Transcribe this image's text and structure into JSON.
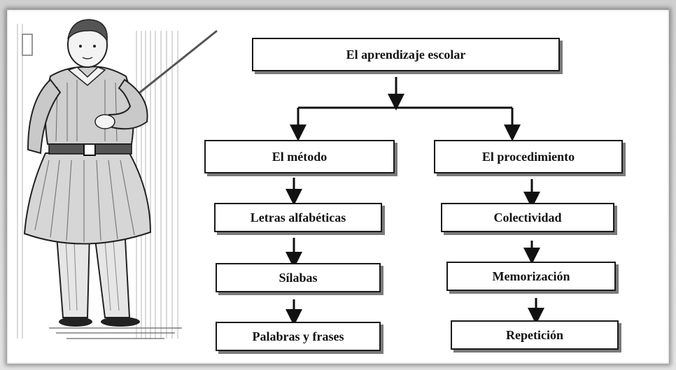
{
  "diagram": {
    "root": {
      "label": "El aprendizaje escolar"
    },
    "branches": [
      {
        "label": "El método",
        "steps": [
          "Letras alfabéticas",
          "Sílabas",
          "Palabras y frases"
        ]
      },
      {
        "label": "El procedimiento",
        "steps": [
          "Colectividad",
          "Memorización",
          "Repetición"
        ]
      }
    ]
  },
  "illustration": {
    "icon": "schoolboy-with-pointer-engraving"
  }
}
